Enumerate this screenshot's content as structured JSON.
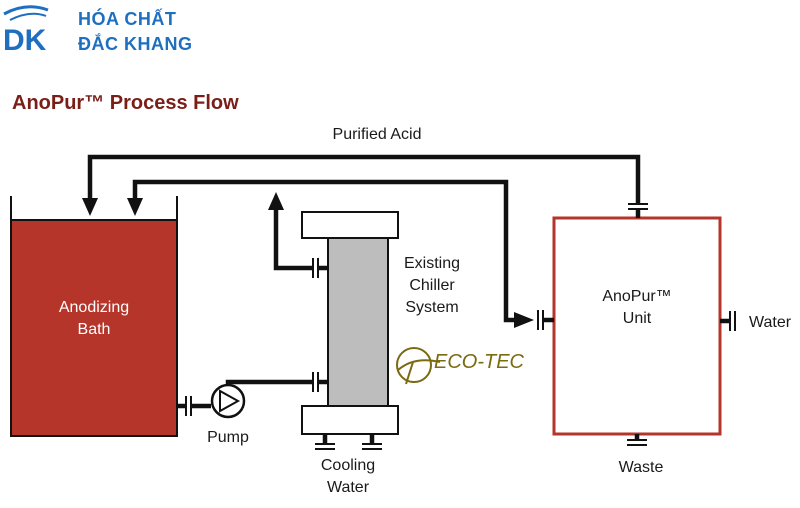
{
  "brand": {
    "logo_mark": "DK",
    "name_line1": "HÓA CHẤT",
    "name_line2": "ĐẮC KHANG",
    "color": "#1f6fc0"
  },
  "diagram": {
    "title": "AnoPur™ Process Flow",
    "title_color": "#7a1f18",
    "bath": {
      "line1": "Anodizing",
      "line2": "Bath",
      "fill": "#b5352a"
    },
    "unit": {
      "line1": "AnoPur™",
      "line2": "Unit",
      "stroke": "#b5352a"
    },
    "pipes": {
      "purified_acid": "Purified Acid",
      "pump": "Pump",
      "chiller_line1": "Existing",
      "chiller_line2": "Chiller",
      "chiller_line3": "System",
      "cooling_line1": "Cooling",
      "cooling_line2": "Water",
      "water": "Water",
      "waste": "Waste"
    },
    "watermark": {
      "text": "ECO-TEC",
      "color": "#7a6a10"
    }
  }
}
